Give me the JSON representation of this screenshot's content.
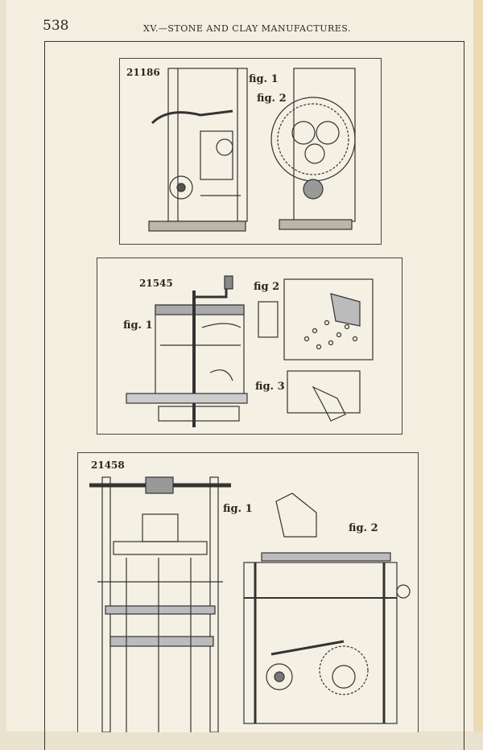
{
  "page_number": "538",
  "running_head": "XV.—STONE AND CLAY MANUFACTURES.",
  "panels": [
    {
      "patent": "21186",
      "figs": [
        "fig. 1",
        "fig. 2"
      ]
    },
    {
      "patent": "21545",
      "figs": [
        "fig. 1",
        "fig 2",
        "fig. 3"
      ]
    },
    {
      "patent": "21458",
      "figs": [
        "fig. 1",
        "fig. 2"
      ]
    }
  ]
}
